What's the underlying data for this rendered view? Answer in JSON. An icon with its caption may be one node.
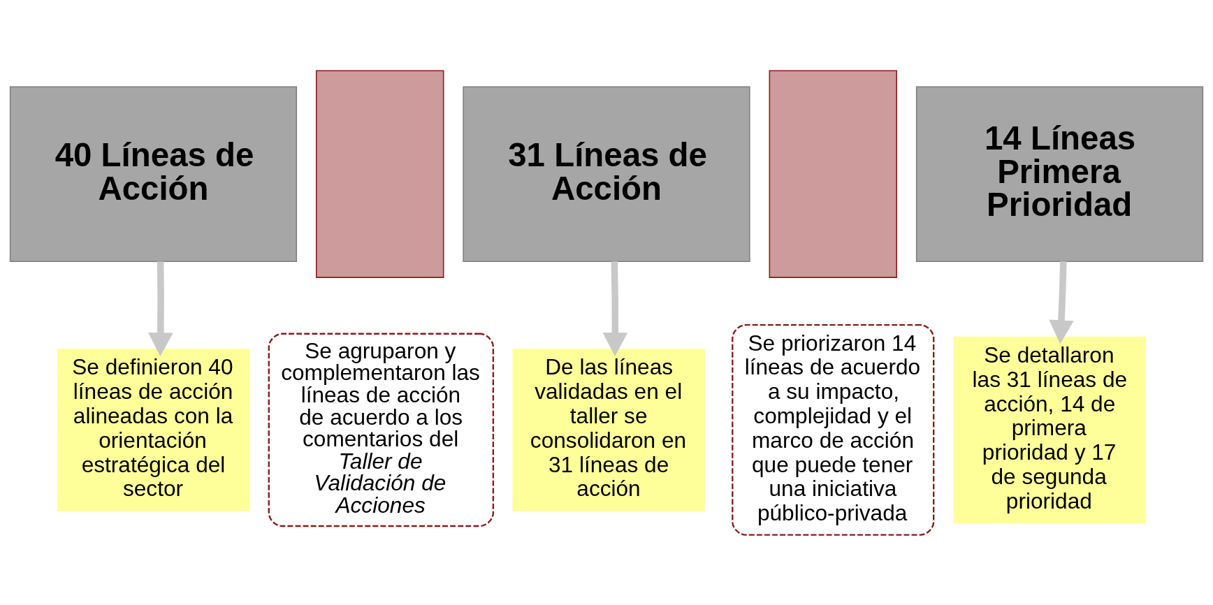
{
  "diagram": {
    "nodes": [
      {
        "text": [
          "40 Líneas de Acción"
        ]
      },
      {
        "text": [],
        "shape": "box"
      },
      {
        "text": [
          "31 Líneas de Acción"
        ]
      },
      {
        "text": [],
        "shape": "box"
      },
      {
        "text": [
          "14 Líneas Primera Prioridad"
        ]
      },
      {
        "text": [
          "Se definieron 40 líneas de acción alineadas con la orientación estratégica del sector"
        ]
      },
      {
        "text": [
          "Se agruparon y complementaron las líneas de acción de acuerdo a los comentarios del *Taller de Validación de Acciones*"
        ]
      },
      {
        "text": [
          "De las líneas validadas en el taller se consolidaron en 31 líneas de acción"
        ]
      },
      {
        "text": [
          "Se priorizaron 14 líneas de acuerdo a su impacto, complejidad y el marco de acción que puede tener una iniciativa público-privada"
        ]
      },
      {
        "text": [
          "Se detallaron las 31 líneas de acción, 14 de primera prioridad y 17 de segunda prioridad"
        ]
      }
    ],
    "edges": [
      {
        "from": 0,
        "to": 5,
        "arrow": "to"
      },
      {
        "from": 2,
        "to": 7,
        "arrow": "to"
      },
      {
        "from": 4,
        "to": 9,
        "arrow": "to"
      }
    ]
  }
}
